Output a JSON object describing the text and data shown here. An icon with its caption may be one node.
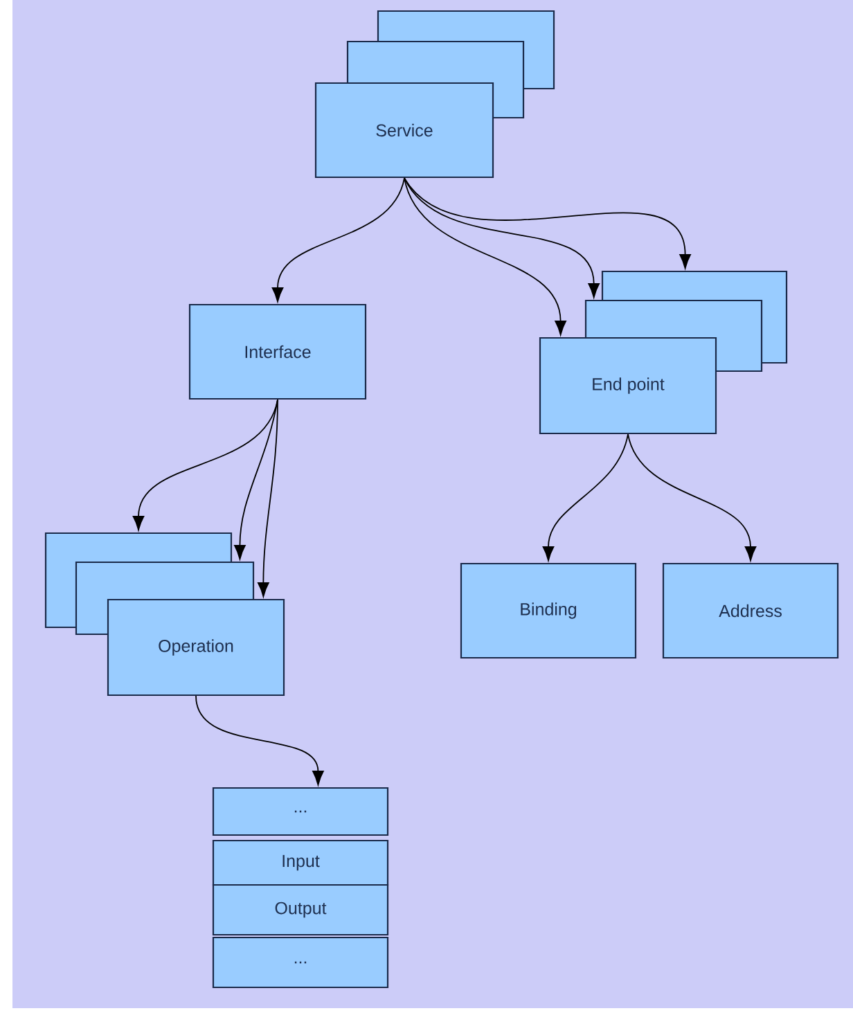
{
  "diagram": {
    "nodes": [
      {
        "text": [],
        "shape": "box"
      },
      {
        "text": [],
        "shape": "box"
      },
      {
        "text": [
          "Service"
        ]
      },
      {
        "text": [
          "Interface"
        ]
      },
      {
        "text": [],
        "shape": "box"
      },
      {
        "text": [],
        "shape": "box"
      },
      {
        "text": [
          "End point"
        ]
      },
      {
        "text": [],
        "shape": "box"
      },
      {
        "text": [],
        "shape": "box"
      },
      {
        "text": [
          "Operation"
        ]
      },
      {
        "text": [
          "Binding"
        ]
      },
      {
        "text": [
          "Address"
        ]
      },
      {
        "text": [
          "..."
        ]
      },
      {
        "text": [
          "Input"
        ]
      },
      {
        "text": [
          "Output"
        ]
      },
      {
        "text": [
          "..."
        ]
      }
    ],
    "edges": [
      {
        "from": 2,
        "to": 3,
        "arrow": "to"
      },
      {
        "from": 2,
        "to": 4,
        "arrow": "to"
      },
      {
        "from": 2,
        "to": 5,
        "arrow": "to"
      },
      {
        "from": 2,
        "to": 6,
        "arrow": "to"
      },
      {
        "from": 3,
        "to": 7,
        "arrow": "to"
      },
      {
        "from": 3,
        "to": 8,
        "arrow": "to"
      },
      {
        "from": 3,
        "to": 9,
        "arrow": "to"
      },
      {
        "from": 6,
        "to": 10,
        "arrow": "to"
      },
      {
        "from": 6,
        "to": 11,
        "arrow": "to"
      },
      {
        "from": 9,
        "to": 12,
        "arrow": "to"
      }
    ]
  }
}
